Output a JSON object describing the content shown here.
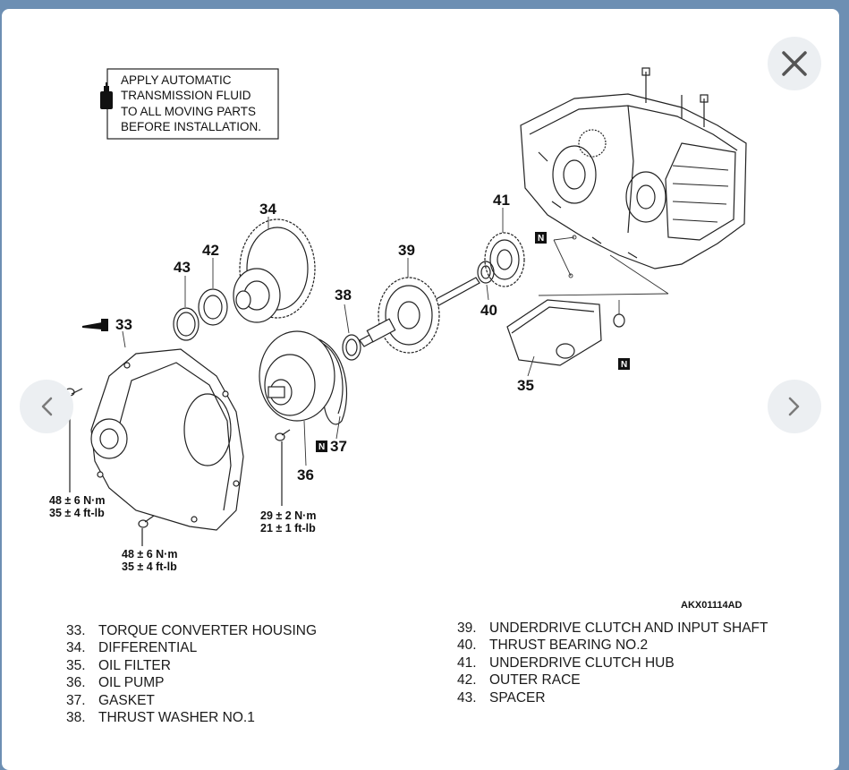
{
  "controls": {
    "close_icon": "close-icon",
    "prev_icon": "chevron-left-icon",
    "next_icon": "chevron-right-icon"
  },
  "diagram": {
    "note_lines": [
      "APPLY AUTOMATIC",
      "TRANSMISSION FLUID",
      "TO ALL MOVING PARTS",
      "BEFORE INSTALLATION."
    ],
    "callouts": {
      "c33": "33",
      "c34": "34",
      "c35": "35",
      "c36": "36",
      "c37": "37",
      "c38": "38",
      "c39": "39",
      "c40": "40",
      "c41": "41",
      "c42": "42",
      "c43": "43"
    },
    "n_marker": "N",
    "torque_left": [
      "48 ± 6 N·m",
      "35 ± 4 ft-lb"
    ],
    "torque_bottom": [
      "48 ± 6 N·m",
      "35 ± 4 ft-lb"
    ],
    "torque_pump": [
      "29 ± 2 N·m",
      "21 ± 1 ft-lb"
    ],
    "figure_code": "AKX01114AD"
  },
  "legend": {
    "left": [
      {
        "num": "33.",
        "label": "TORQUE CONVERTER HOUSING"
      },
      {
        "num": "34.",
        "label": "DIFFERENTIAL"
      },
      {
        "num": "35.",
        "label": "OIL FILTER"
      },
      {
        "num": "36.",
        "label": "OIL PUMP"
      },
      {
        "num": "37.",
        "label": "GASKET"
      },
      {
        "num": "38.",
        "label": "THRUST WASHER NO.1"
      }
    ],
    "right": [
      {
        "num": "39.",
        "label": "UNDERDRIVE CLUTCH AND INPUT SHAFT"
      },
      {
        "num": "40.",
        "label": "THRUST BEARING NO.2"
      },
      {
        "num": "41.",
        "label": "UNDERDRIVE CLUTCH HUB"
      },
      {
        "num": "42.",
        "label": "OUTER RACE"
      },
      {
        "num": "43.",
        "label": "SPACER"
      }
    ]
  }
}
